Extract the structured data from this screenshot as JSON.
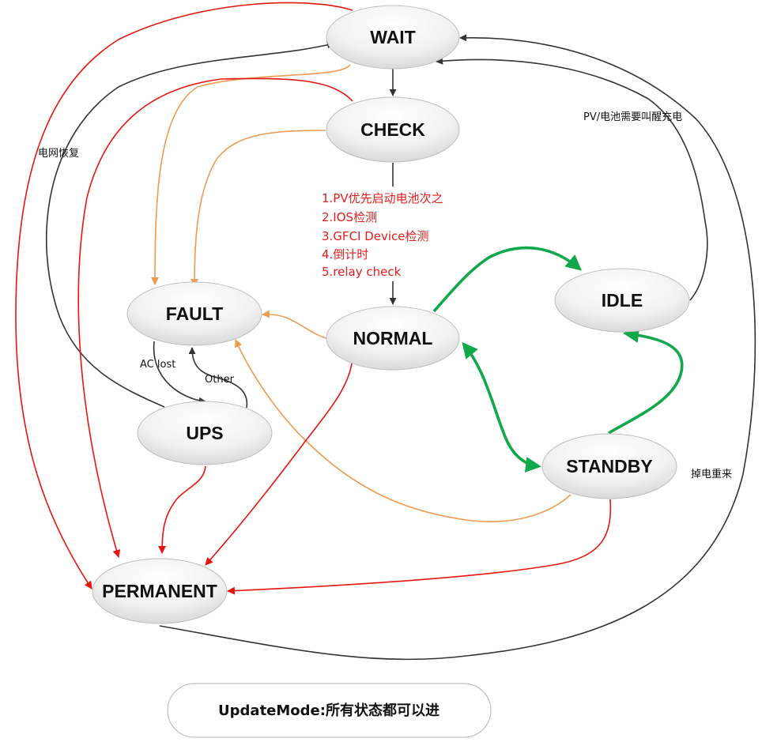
{
  "states": {
    "wait": "WAIT",
    "check": "CHECK",
    "fault": "FAULT",
    "normal": "NORMAL",
    "idle": "IDLE",
    "ups": "UPS",
    "standby": "STANDBY",
    "permanent": "PERMANENT"
  },
  "edge_labels": {
    "grid_restore": "电网恢复",
    "pv_wake": "PV/电池需要叫醒充电",
    "power_loss_restart": "掉电重来",
    "ac_lost": "AC lost",
    "other": "Other"
  },
  "check_notes": [
    "1.PV优先启动电池次之",
    "2.IOS检测",
    "3.GFCI Device检测",
    "4.倒计时",
    "5.relay check"
  ],
  "footer": {
    "update_mode": "UpdateMode:所有状态都可以进"
  },
  "colors": {
    "black_edge": "#333333",
    "red_edge": "#e8150e",
    "orange_edge": "#ef9a50",
    "green_edge": "#10a84a",
    "note_text": "#e51c1c"
  }
}
